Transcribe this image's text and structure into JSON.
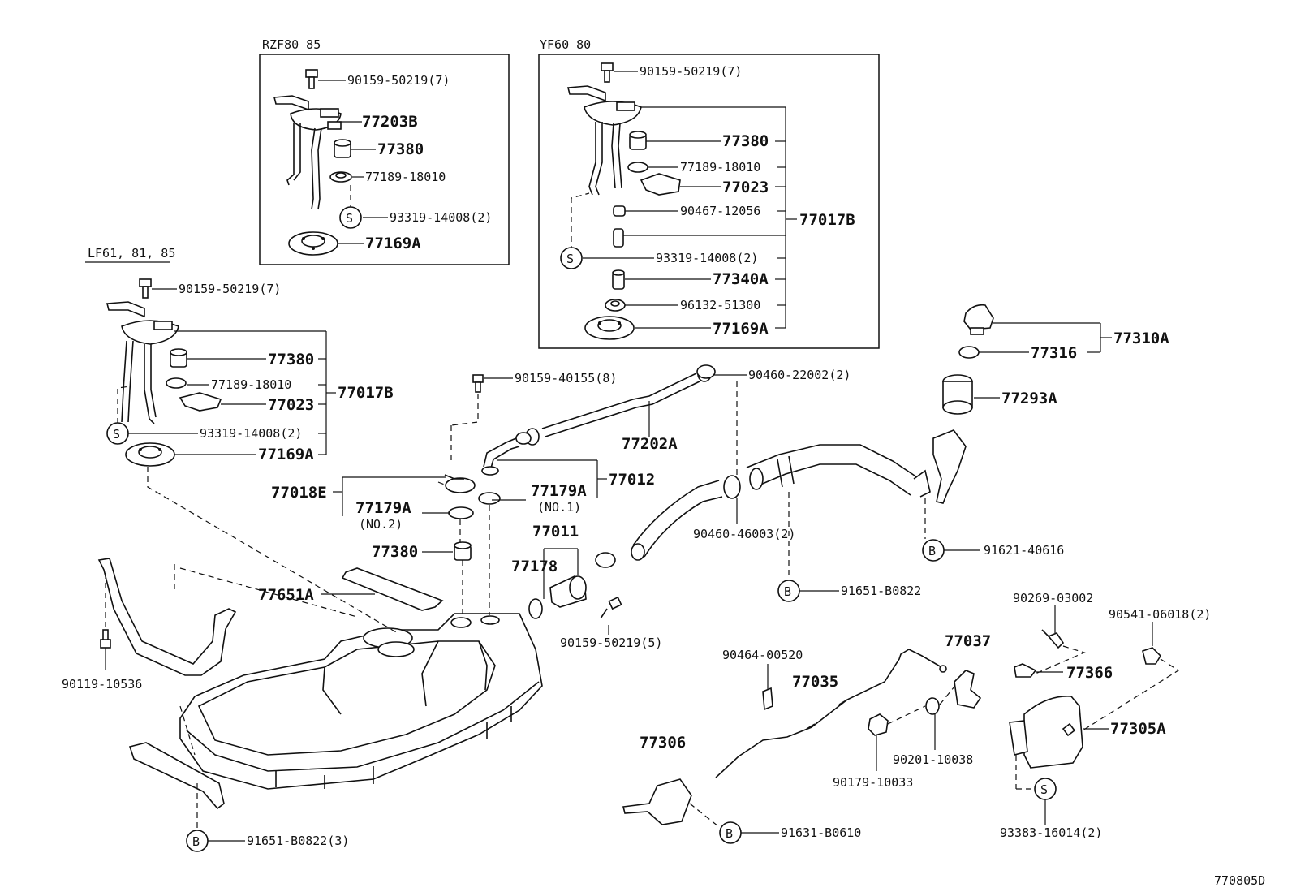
{
  "diagram_id": "770805D",
  "boxes": {
    "rzf": "RZF80 85",
    "yf": "YF60 80",
    "lf": "LF61, 81, 85"
  },
  "callouts": [
    {
      "id": "rz-90159",
      "text": "90159-50219(7)",
      "size": "sm"
    },
    {
      "id": "rz-77203b",
      "text": "77203B",
      "size": "md"
    },
    {
      "id": "rz-77380",
      "text": "77380",
      "size": "md"
    },
    {
      "id": "rz-77189",
      "text": "77189-18010",
      "size": "sm"
    },
    {
      "id": "rz-93319",
      "text": "93319-14008(2)",
      "size": "sm"
    },
    {
      "id": "rz-77169a",
      "text": "77169A",
      "size": "md"
    },
    {
      "id": "yf-90159",
      "text": "90159-50219(7)",
      "size": "sm"
    },
    {
      "id": "yf-77380",
      "text": "77380",
      "size": "md"
    },
    {
      "id": "yf-77189",
      "text": "77189-18010",
      "size": "sm"
    },
    {
      "id": "yf-77023",
      "text": "77023",
      "size": "md"
    },
    {
      "id": "yf-90467",
      "text": "90467-12056",
      "size": "sm"
    },
    {
      "id": "yf-77017b",
      "text": "77017B",
      "size": "md"
    },
    {
      "id": "yf-93319",
      "text": "93319-14008(2)",
      "size": "sm"
    },
    {
      "id": "yf-77340a",
      "text": "77340A",
      "size": "md"
    },
    {
      "id": "yf-96132",
      "text": "96132-51300",
      "size": "sm"
    },
    {
      "id": "yf-77169a",
      "text": "77169A",
      "size": "md"
    },
    {
      "id": "lf-90159",
      "text": "90159-50219(7)",
      "size": "sm"
    },
    {
      "id": "lf-77380",
      "text": "77380",
      "size": "md"
    },
    {
      "id": "lf-77189",
      "text": "77189-18010",
      "size": "sm"
    },
    {
      "id": "lf-77017b",
      "text": "77017B",
      "size": "md"
    },
    {
      "id": "lf-77023",
      "text": "77023",
      "size": "md"
    },
    {
      "id": "lf-93319",
      "text": "93319-14008(2)",
      "size": "sm"
    },
    {
      "id": "lf-77169a",
      "text": "77169A",
      "size": "md"
    },
    {
      "id": "c-77310a",
      "text": "77310A",
      "size": "md"
    },
    {
      "id": "c-77316",
      "text": "77316",
      "size": "md"
    },
    {
      "id": "c-77293a",
      "text": "77293A",
      "size": "md"
    },
    {
      "id": "c-90159-40155",
      "text": "90159-40155(8)",
      "size": "sm"
    },
    {
      "id": "c-90460-22002",
      "text": "90460-22002(2)",
      "size": "sm"
    },
    {
      "id": "c-77202a",
      "text": "77202A",
      "size": "md"
    },
    {
      "id": "c-77012",
      "text": "77012",
      "size": "md"
    },
    {
      "id": "c-77018e",
      "text": "77018E",
      "size": "md"
    },
    {
      "id": "c-77179a-1",
      "text": "77179A",
      "size": "md"
    },
    {
      "id": "c-no1",
      "text": "(NO.1)",
      "size": "sm"
    },
    {
      "id": "c-77179a-2",
      "text": "77179A",
      "size": "md"
    },
    {
      "id": "c-no2",
      "text": "(NO.2)",
      "size": "sm"
    },
    {
      "id": "c-77011",
      "text": "77011",
      "size": "md"
    },
    {
      "id": "c-77178",
      "text": "77178",
      "size": "md"
    },
    {
      "id": "c-77380-main",
      "text": "77380",
      "size": "md"
    },
    {
      "id": "c-77651a",
      "text": "77651A",
      "size": "md"
    },
    {
      "id": "c-90460-46003",
      "text": "90460-46003(2)",
      "size": "sm"
    },
    {
      "id": "c-91621",
      "text": "91621-40616",
      "size": "sm"
    },
    {
      "id": "c-91651-b0822",
      "text": "91651-B0822",
      "size": "sm"
    },
    {
      "id": "c-90159-50219-5",
      "text": "90159-50219(5)",
      "size": "sm"
    },
    {
      "id": "c-90119",
      "text": "90119-10536",
      "size": "sm"
    },
    {
      "id": "c-90464",
      "text": "90464-00520",
      "size": "sm"
    },
    {
      "id": "c-77035",
      "text": "77035",
      "size": "md"
    },
    {
      "id": "c-77037",
      "text": "77037",
      "size": "md"
    },
    {
      "id": "c-90269",
      "text": "90269-03002",
      "size": "sm"
    },
    {
      "id": "c-90541",
      "text": "90541-06018(2)",
      "size": "sm"
    },
    {
      "id": "c-77366",
      "text": "77366",
      "size": "md"
    },
    {
      "id": "c-77305a",
      "text": "77305A",
      "size": "md"
    },
    {
      "id": "c-90201",
      "text": "90201-10038",
      "size": "sm"
    },
    {
      "id": "c-90179",
      "text": "90179-10033",
      "size": "sm"
    },
    {
      "id": "c-77306",
      "text": "77306",
      "size": "md"
    },
    {
      "id": "c-91631",
      "text": "91631-B0610",
      "size": "sm"
    },
    {
      "id": "c-93383",
      "text": "93383-16014(2)",
      "size": "sm"
    },
    {
      "id": "c-91651-b0822-3",
      "text": "91651-B0822(3)",
      "size": "sm"
    }
  ],
  "symbols": {
    "s": "S",
    "b": "B"
  }
}
